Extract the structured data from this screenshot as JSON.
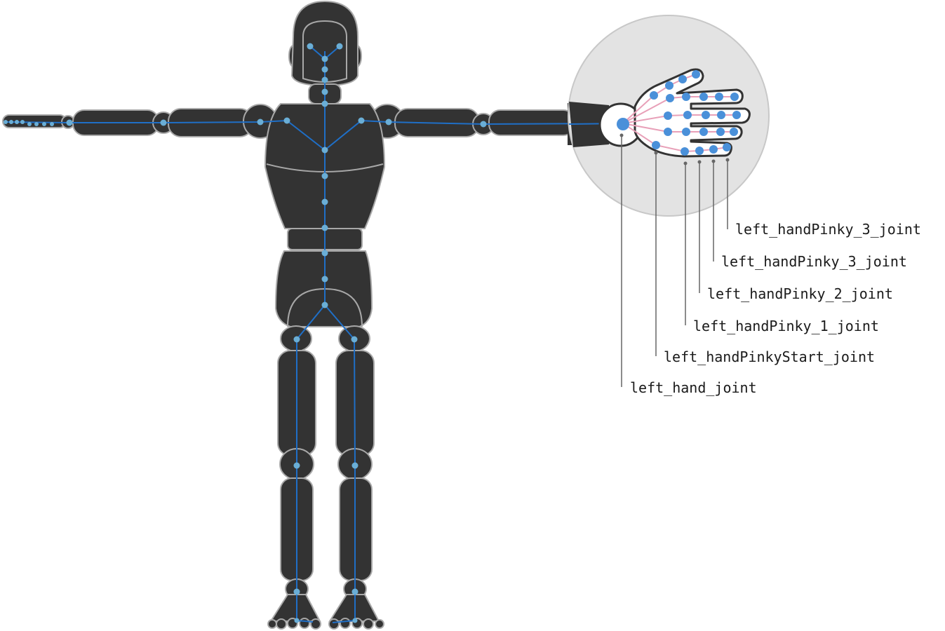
{
  "figure": {
    "labels": [
      {
        "id": "pinky-3-tip",
        "text": "left_handPinky_3_joint"
      },
      {
        "id": "pinky-3",
        "text": "left_handPinky_3_joint"
      },
      {
        "id": "pinky-2",
        "text": "left_handPinky_2_joint"
      },
      {
        "id": "pinky-1",
        "text": "left_handPinky_1_joint"
      },
      {
        "id": "pinky-start",
        "text": "left_handPinkyStart_joint"
      },
      {
        "id": "hand",
        "text": "left_hand_joint"
      }
    ]
  },
  "colors": {
    "body": "#333333",
    "body_stroke": "#a8a8a8",
    "skeleton_line": "#1f6fc7",
    "joint": "#6aaed6",
    "hand_joint": "#4a90d9",
    "finger_line": "#e8a0b8",
    "zoom_circle": "#e3e3e3",
    "leader": "#666666"
  },
  "icons": [
    "zoom-magnifier-circle"
  ]
}
